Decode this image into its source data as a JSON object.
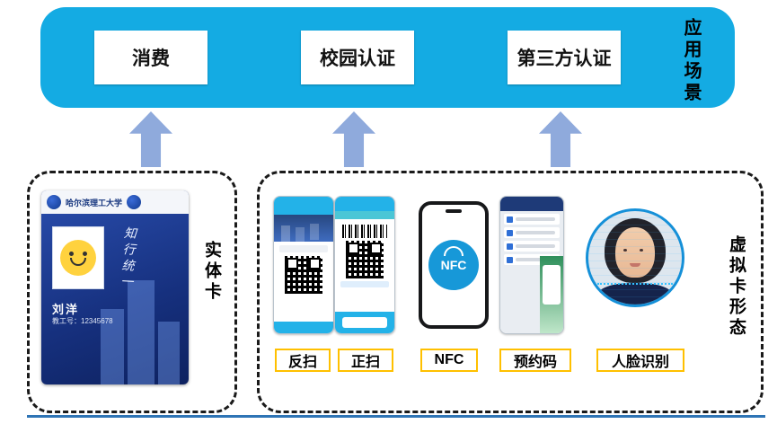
{
  "banner": {
    "boxes": [
      {
        "label": "消费"
      },
      {
        "label": "校园认证"
      },
      {
        "label": "第三方认证"
      }
    ],
    "side_label": "应用场景"
  },
  "physical": {
    "side_label": "实体卡",
    "card": {
      "univ_name": "哈尔滨理工大学",
      "slogan": "知行统一",
      "name": "刘洋",
      "id_line": "教工号：12345678"
    }
  },
  "virtual": {
    "side_label": "虚拟卡形态",
    "nfc_badge": "NFC",
    "labels": [
      "反扫",
      "正扫",
      "NFC",
      "预约码",
      "人脸识别"
    ]
  },
  "colors": {
    "banner_bg": "#14ABE3",
    "arrow": "#8FAADC",
    "tag_border": "#FFC000",
    "nfc_circle": "#1798D8",
    "divider": "#2E74B5"
  }
}
